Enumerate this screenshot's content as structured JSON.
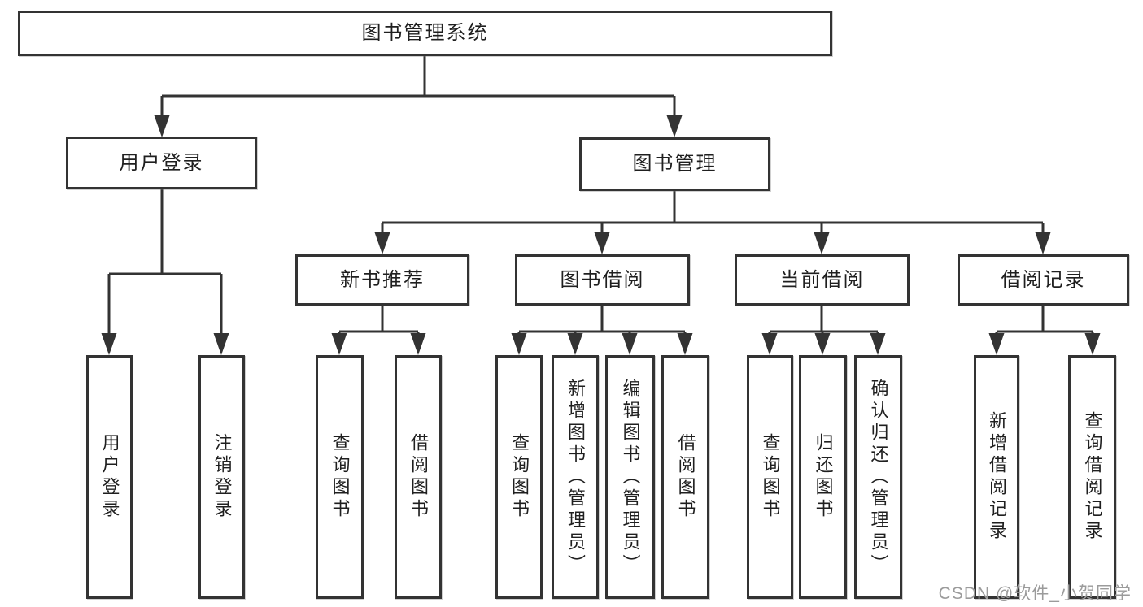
{
  "nodes": {
    "root": {
      "label": "图书管理系统"
    },
    "userLogin": {
      "label": "用户登录"
    },
    "bookMgmt": {
      "label": "图书管理"
    },
    "userLoginLeaf": {
      "label": "用户登录"
    },
    "logoutLeaf": {
      "label": "注销登录"
    },
    "newBookRec": {
      "label": "新书推荐"
    },
    "bookBorrow": {
      "label": "图书借阅"
    },
    "currentBorrow": {
      "label": "当前借阅"
    },
    "borrowRecords": {
      "label": "借阅记录"
    },
    "nbQuery": {
      "label": "查询图书"
    },
    "nbBorrow": {
      "label": "借阅图书"
    },
    "bbQuery": {
      "label": "查询图书"
    },
    "bbAdd": {
      "label": "新增图书（管理员）"
    },
    "bbEdit": {
      "label": "编辑图书（管理员）"
    },
    "bbBorrowLeaf": {
      "label": "借阅图书"
    },
    "cbQuery": {
      "label": "查询图书"
    },
    "cbReturn": {
      "label": "归还图书"
    },
    "cbConfirm": {
      "label": "确认归还（管理员）"
    },
    "brAdd": {
      "label": "新增借阅记录"
    },
    "brQuery": {
      "label": "查询借阅记录"
    }
  },
  "hierarchy": {
    "root": [
      "userLogin",
      "bookMgmt"
    ],
    "userLogin": [
      "userLoginLeaf",
      "logoutLeaf"
    ],
    "bookMgmt": [
      "newBookRec",
      "bookBorrow",
      "currentBorrow",
      "borrowRecords"
    ],
    "newBookRec": [
      "nbQuery",
      "nbBorrow"
    ],
    "bookBorrow": [
      "bbQuery",
      "bbAdd",
      "bbEdit",
      "bbBorrowLeaf"
    ],
    "currentBorrow": [
      "cbQuery",
      "cbReturn",
      "cbConfirm"
    ],
    "borrowRecords": [
      "brAdd",
      "brQuery"
    ]
  },
  "watermark": {
    "text": "CSDN @软件_小贺同学"
  },
  "colors": {
    "line": "#333333",
    "box_border": "#333333",
    "box_background": "#ffffff",
    "text": "#1f1f1f",
    "watermark": "#9b9b9b",
    "page_background": "#ffffff"
  }
}
